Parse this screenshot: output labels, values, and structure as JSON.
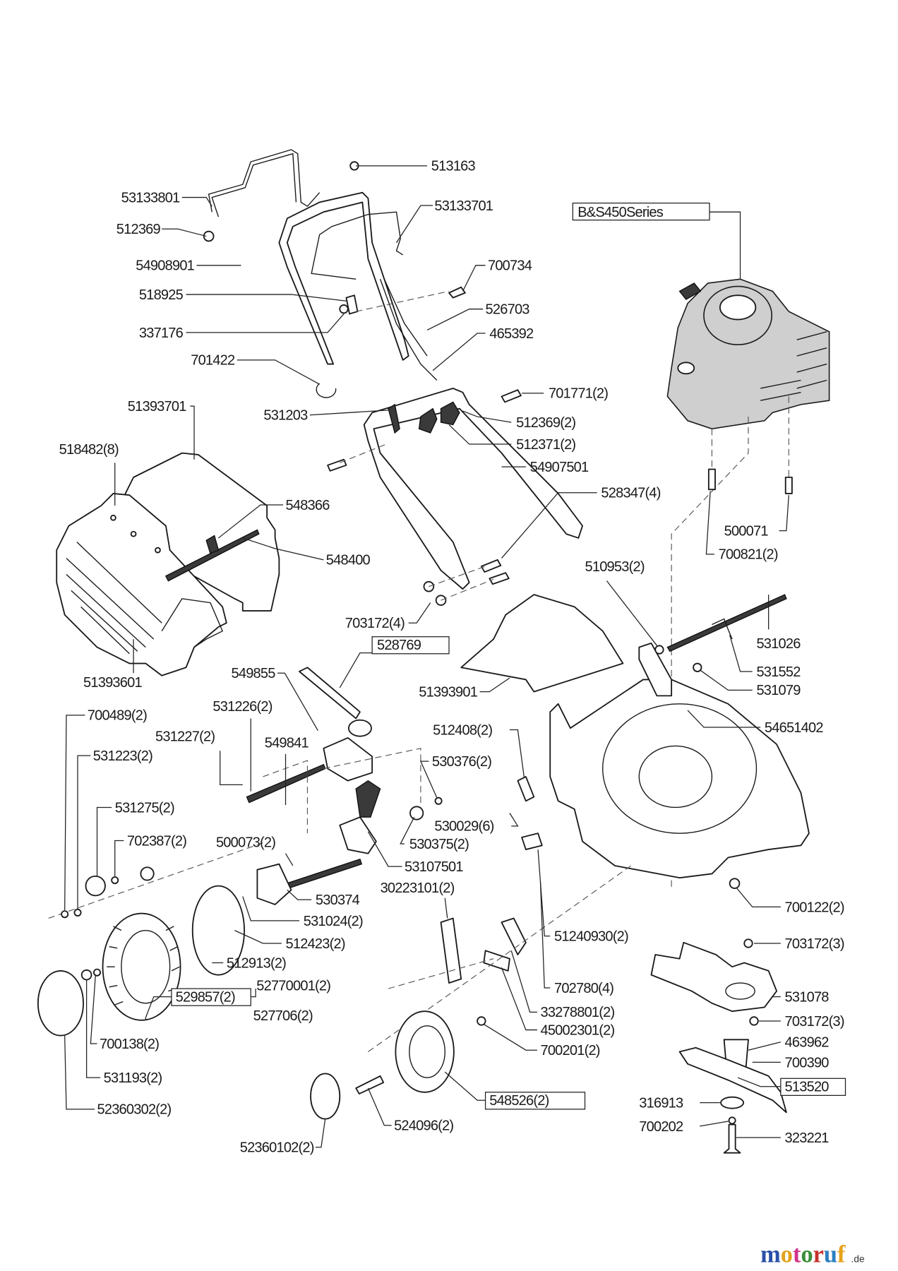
{
  "labels": [
    {
      "text": "513163",
      "boxed": false
    },
    {
      "text": "53133801",
      "boxed": false
    },
    {
      "text": "53133701",
      "boxed": false
    },
    {
      "text": "512369",
      "boxed": false
    },
    {
      "text": "B&S450Series",
      "boxed": true
    },
    {
      "text": "54908901",
      "boxed": false
    },
    {
      "text": "700734",
      "boxed": false
    },
    {
      "text": "518925",
      "boxed": false
    },
    {
      "text": "526703",
      "boxed": false
    },
    {
      "text": "337176",
      "boxed": false
    },
    {
      "text": "465392",
      "boxed": false
    },
    {
      "text": "701422",
      "boxed": false
    },
    {
      "text": "51393701",
      "boxed": false
    },
    {
      "text": "531203",
      "boxed": false
    },
    {
      "text": "701771(2)",
      "boxed": false
    },
    {
      "text": "512369(2)",
      "boxed": false
    },
    {
      "text": "512371(2)",
      "boxed": false
    },
    {
      "text": "518482(8)",
      "boxed": false
    },
    {
      "text": "54907501",
      "boxed": false
    },
    {
      "text": "548366",
      "boxed": false
    },
    {
      "text": "528347(4)",
      "boxed": false
    },
    {
      "text": "500071",
      "boxed": false
    },
    {
      "text": "548400",
      "boxed": false
    },
    {
      "text": "700821(2)",
      "boxed": false
    },
    {
      "text": "510953(2)",
      "boxed": false
    },
    {
      "text": "703172(4)",
      "boxed": false
    },
    {
      "text": "528769",
      "boxed": true
    },
    {
      "text": "51393601",
      "boxed": false
    },
    {
      "text": "549855",
      "boxed": false
    },
    {
      "text": "531552",
      "boxed": false
    },
    {
      "text": "51393901",
      "boxed": false
    },
    {
      "text": "531079",
      "boxed": false
    },
    {
      "text": "531026",
      "boxed": false
    },
    {
      "text": "700489(2)",
      "boxed": false
    },
    {
      "text": "531226(2)",
      "boxed": false
    },
    {
      "text": "54651402",
      "boxed": false
    },
    {
      "text": "531227(2)",
      "boxed": false
    },
    {
      "text": "512408(2)",
      "boxed": false
    },
    {
      "text": "549841",
      "boxed": false
    },
    {
      "text": "531223(2)",
      "boxed": false
    },
    {
      "text": "530376(2)",
      "boxed": false
    },
    {
      "text": "531275(2)",
      "boxed": false
    },
    {
      "text": "530029(6)",
      "boxed": false
    },
    {
      "text": "702387(2)",
      "boxed": false
    },
    {
      "text": "500073(2)",
      "boxed": false
    },
    {
      "text": "530375(2)",
      "boxed": false
    },
    {
      "text": "53107501",
      "boxed": false
    },
    {
      "text": "30223101(2)",
      "boxed": false
    },
    {
      "text": "530374",
      "boxed": false
    },
    {
      "text": "700122(2)",
      "boxed": false
    },
    {
      "text": "531024(2)",
      "boxed": false
    },
    {
      "text": "51240930(2)",
      "boxed": false
    },
    {
      "text": "512423(2)",
      "boxed": false
    },
    {
      "text": "703172(3)",
      "boxed": false
    },
    {
      "text": "512913(2)",
      "boxed": false
    },
    {
      "text": "52770001(2)",
      "boxed": false
    },
    {
      "text": "529857(2)",
      "boxed": true
    },
    {
      "text": "702780(4)",
      "boxed": false
    },
    {
      "text": "527706(2)",
      "boxed": false
    },
    {
      "text": "33278801(2)",
      "boxed": false
    },
    {
      "text": "531078",
      "boxed": false
    },
    {
      "text": "45002301(2)",
      "boxed": false
    },
    {
      "text": "703172(3)",
      "boxed": false
    },
    {
      "text": "700138(2)",
      "boxed": false
    },
    {
      "text": "463962",
      "boxed": false
    },
    {
      "text": "700201(2)",
      "boxed": false
    },
    {
      "text": "700390",
      "boxed": false
    },
    {
      "text": "513520",
      "boxed": true
    },
    {
      "text": "531193(2)",
      "boxed": false
    },
    {
      "text": "548526(2)",
      "boxed": true
    },
    {
      "text": "316913",
      "boxed": false
    },
    {
      "text": "52360302(2)",
      "boxed": false
    },
    {
      "text": "524096(2)",
      "boxed": false
    },
    {
      "text": "700202",
      "boxed": false
    },
    {
      "text": "323221",
      "boxed": false
    },
    {
      "text": "52360102(2)",
      "boxed": false
    }
  ],
  "logo": {
    "letters": [
      {
        "ch": "m",
        "color": "#2a4fa8"
      },
      {
        "ch": "o",
        "color": "#e2a21d"
      },
      {
        "ch": "t",
        "color": "#d2328c"
      },
      {
        "ch": "o",
        "color": "#3a8f3a"
      },
      {
        "ch": "r",
        "color": "#c6302b"
      },
      {
        "ch": "u",
        "color": "#2a7fc1"
      },
      {
        "ch": "f",
        "color": "#e8a21a"
      }
    ],
    "suffix": ".de"
  },
  "colors": {
    "line": "#1a1a1a",
    "engine_fill": "#cfcfcf",
    "knob_fill": "#3a3a3a"
  }
}
